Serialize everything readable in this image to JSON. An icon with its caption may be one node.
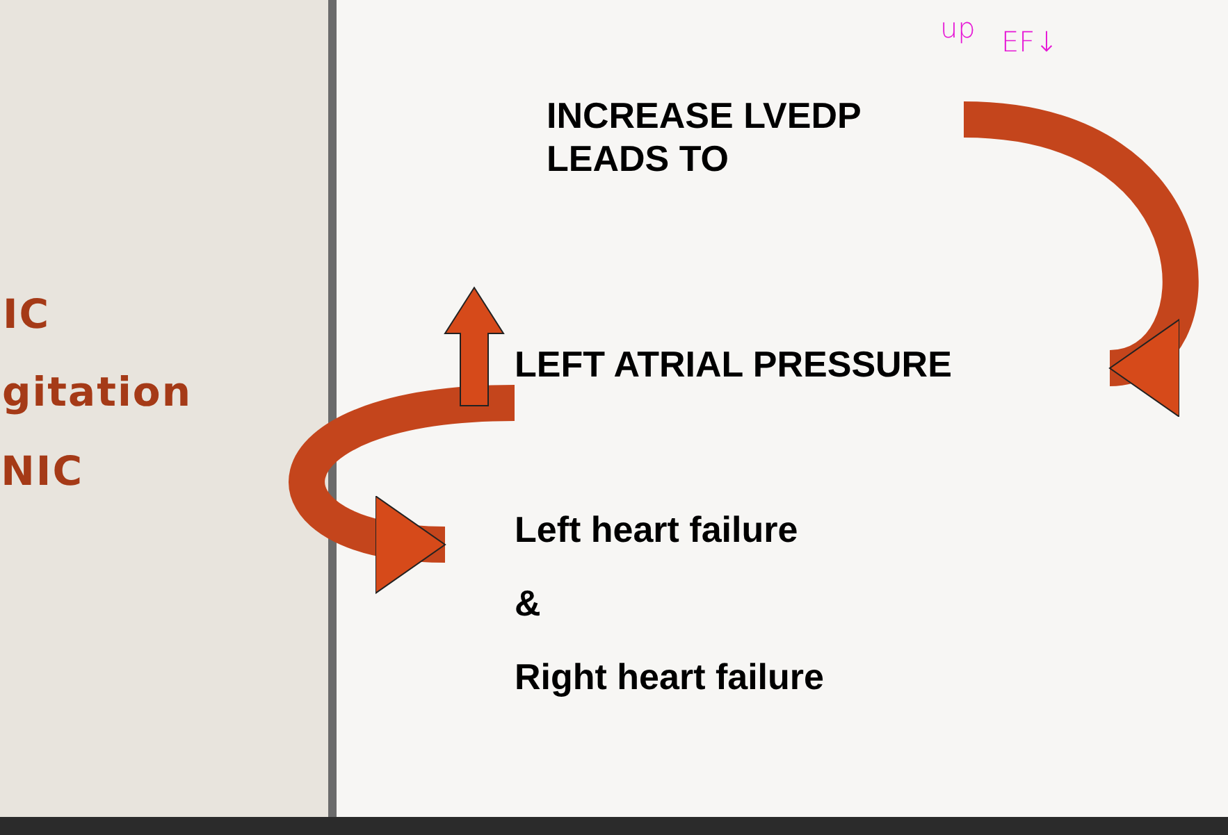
{
  "diagram": {
    "nodes": [
      {
        "text": [
          "INCREASE LVEDP LEADS TO"
        ]
      },
      {
        "text": [
          "LEFT ATRIAL PRESSURE"
        ]
      },
      {
        "text": [
          "Left heart failure",
          "&",
          "Right heart failure"
        ]
      }
    ],
    "edges": [
      {
        "from": 0,
        "to": 1,
        "arrow": "to"
      },
      {
        "from": 1,
        "to": 2,
        "arrow": "to"
      }
    ],
    "labels": [
      "IC",
      "gitation",
      "NIC",
      "up",
      "EF↓"
    ]
  }
}
